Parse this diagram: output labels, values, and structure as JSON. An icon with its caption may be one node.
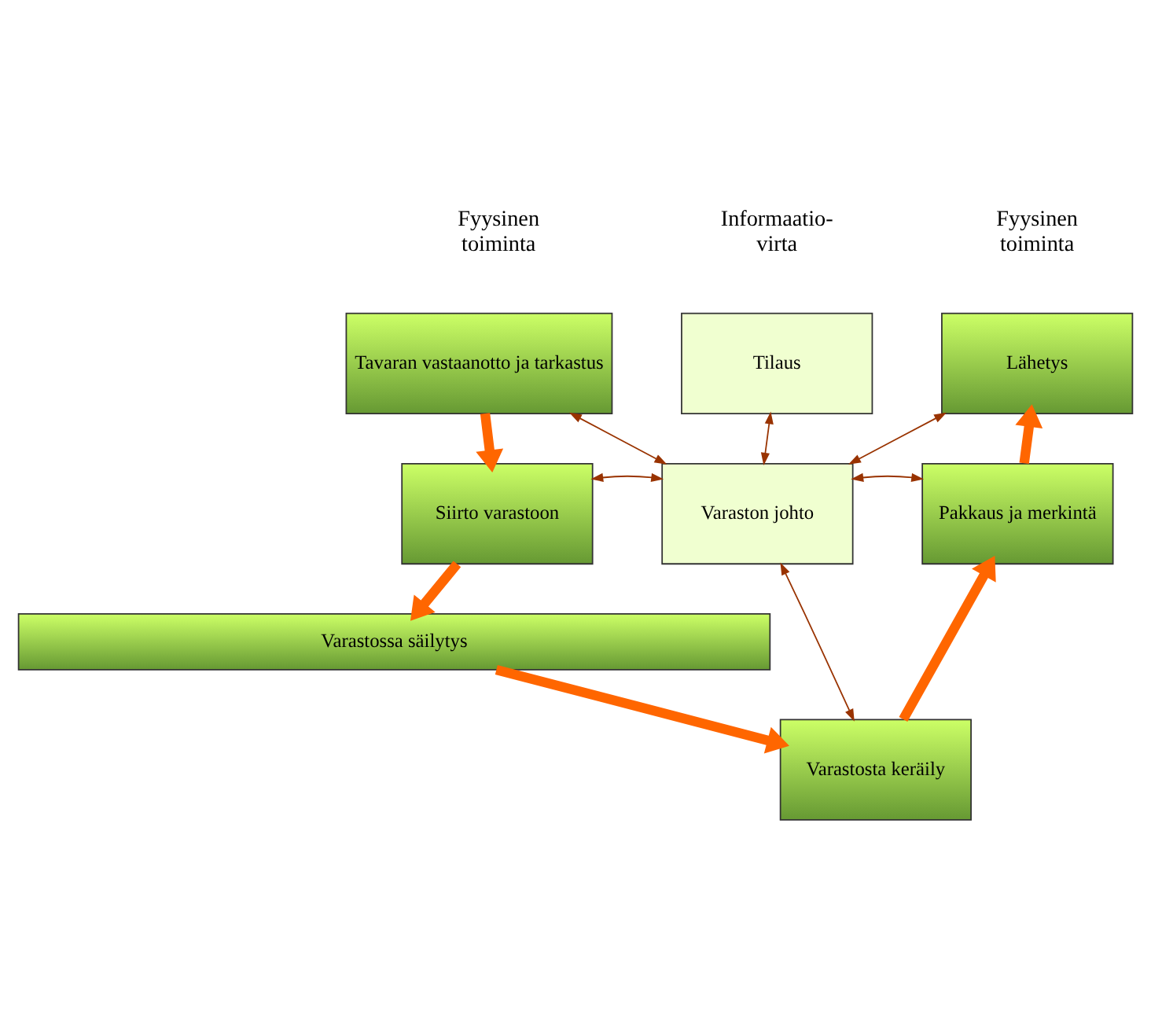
{
  "diagram": {
    "nodes": [
      {
        "text": [
          "Tavaran vastaanotto ja tarkastus"
        ]
      },
      {
        "text": [
          "Tilaus"
        ]
      },
      {
        "text": [
          "Lähetys"
        ]
      },
      {
        "text": [
          "Siirto varastoon"
        ]
      },
      {
        "text": [
          "Varaston johto"
        ]
      },
      {
        "text": [
          "Pakkaus ja merkintä"
        ]
      },
      {
        "text": [
          "Varastosta keräily"
        ]
      },
      {
        "text": [
          "Varastossa säilytys"
        ]
      }
    ],
    "edges": [
      {
        "from": 0,
        "to": 3,
        "arrow": "to",
        "style": "thick",
        "color": "#ff6600"
      },
      {
        "from": 3,
        "to": 7,
        "arrow": "to",
        "style": "thick",
        "color": "#ff6600"
      },
      {
        "from": 7,
        "to": 6,
        "arrow": "to",
        "style": "thick",
        "color": "#ff6600"
      },
      {
        "from": 6,
        "to": 5,
        "arrow": "to",
        "style": "thick",
        "color": "#ff6600"
      },
      {
        "from": 5,
        "to": 2,
        "arrow": "to",
        "style": "thick",
        "color": "#ff6600"
      },
      {
        "from": 4,
        "to": 0,
        "arrow": "both"
      },
      {
        "from": 4,
        "to": 1,
        "arrow": "both"
      },
      {
        "from": 4,
        "to": 2,
        "arrow": "both"
      },
      {
        "from": 3,
        "to": 4,
        "arrow": "both"
      },
      {
        "from": 4,
        "to": 5,
        "arrow": "both"
      },
      {
        "from": 4,
        "to": 6,
        "arrow": "both"
      }
    ],
    "labels": [
      "Fyysinen toiminta",
      "Informaatio- virta",
      "Fyysinen toiminta"
    ]
  }
}
